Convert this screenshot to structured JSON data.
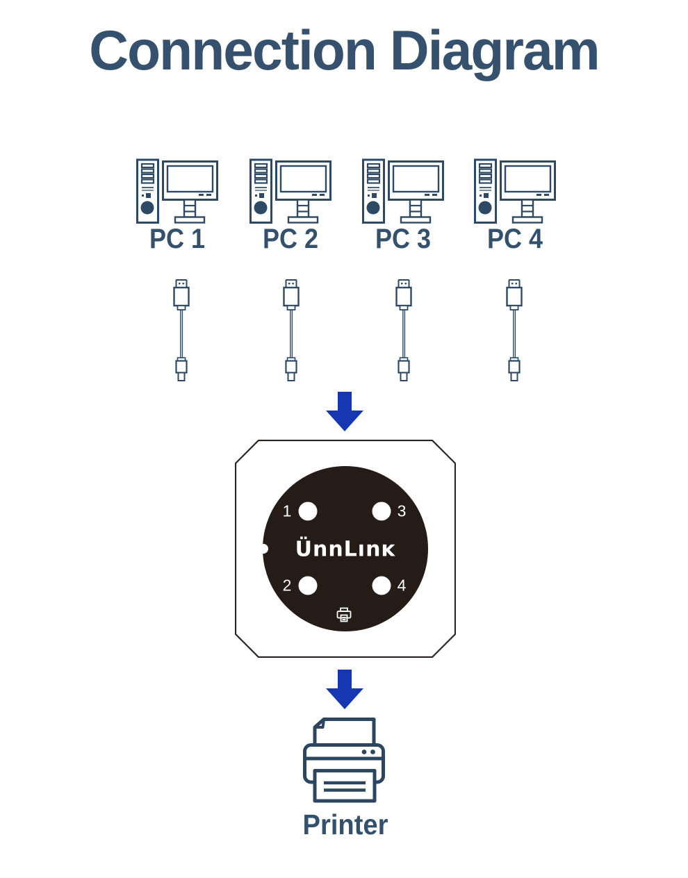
{
  "title": "Connection Diagram",
  "computers": [
    {
      "label": "PC 1"
    },
    {
      "label": "PC 2"
    },
    {
      "label": "PC 3"
    },
    {
      "label": "PC 4"
    }
  ],
  "switch": {
    "brand": "ÜnnLınĸ",
    "ports": [
      {
        "number": "1",
        "position": "top-left"
      },
      {
        "number": "3",
        "position": "top-right"
      },
      {
        "number": "2",
        "position": "bottom-left"
      },
      {
        "number": "4",
        "position": "bottom-right"
      }
    ]
  },
  "printer": {
    "label": "Printer"
  },
  "colors": {
    "title_text": "#35516e",
    "label_text": "#33506c",
    "icon_stroke": "#2d4964",
    "arrow_blue": "#1537b2",
    "device_outline": "#2b2320",
    "device_face": "#251b17",
    "device_text": "#ffffff"
  }
}
